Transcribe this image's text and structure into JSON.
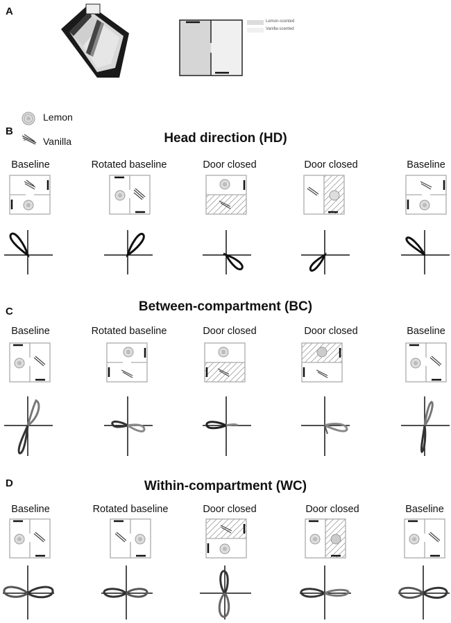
{
  "panel_a": {
    "letter": "A",
    "legend": [
      {
        "label": "Lemon-scented",
        "color": "#dcdcdc"
      },
      {
        "label": "Vanilla-scented",
        "color": "#f0f0f0"
      }
    ]
  },
  "key": {
    "lemon": "Lemon",
    "vanilla": "Vanilla"
  },
  "sections": [
    {
      "letter": "B",
      "title": "Head direction (HD)",
      "columns": [
        "Baseline",
        "Rotated baseline",
        "Door closed",
        "Door closed",
        "Baseline"
      ]
    },
    {
      "letter": "C",
      "title": "Between-compartment (BC)",
      "columns": [
        "Baseline",
        "Rotated baseline",
        "Door closed",
        "Door closed",
        "Baseline"
      ]
    },
    {
      "letter": "D",
      "title": "Within-compartment (WC)",
      "columns": [
        "Baseline",
        "Rotated baseline",
        "Door closed",
        "Door closed",
        "Baseline"
      ]
    }
  ]
}
